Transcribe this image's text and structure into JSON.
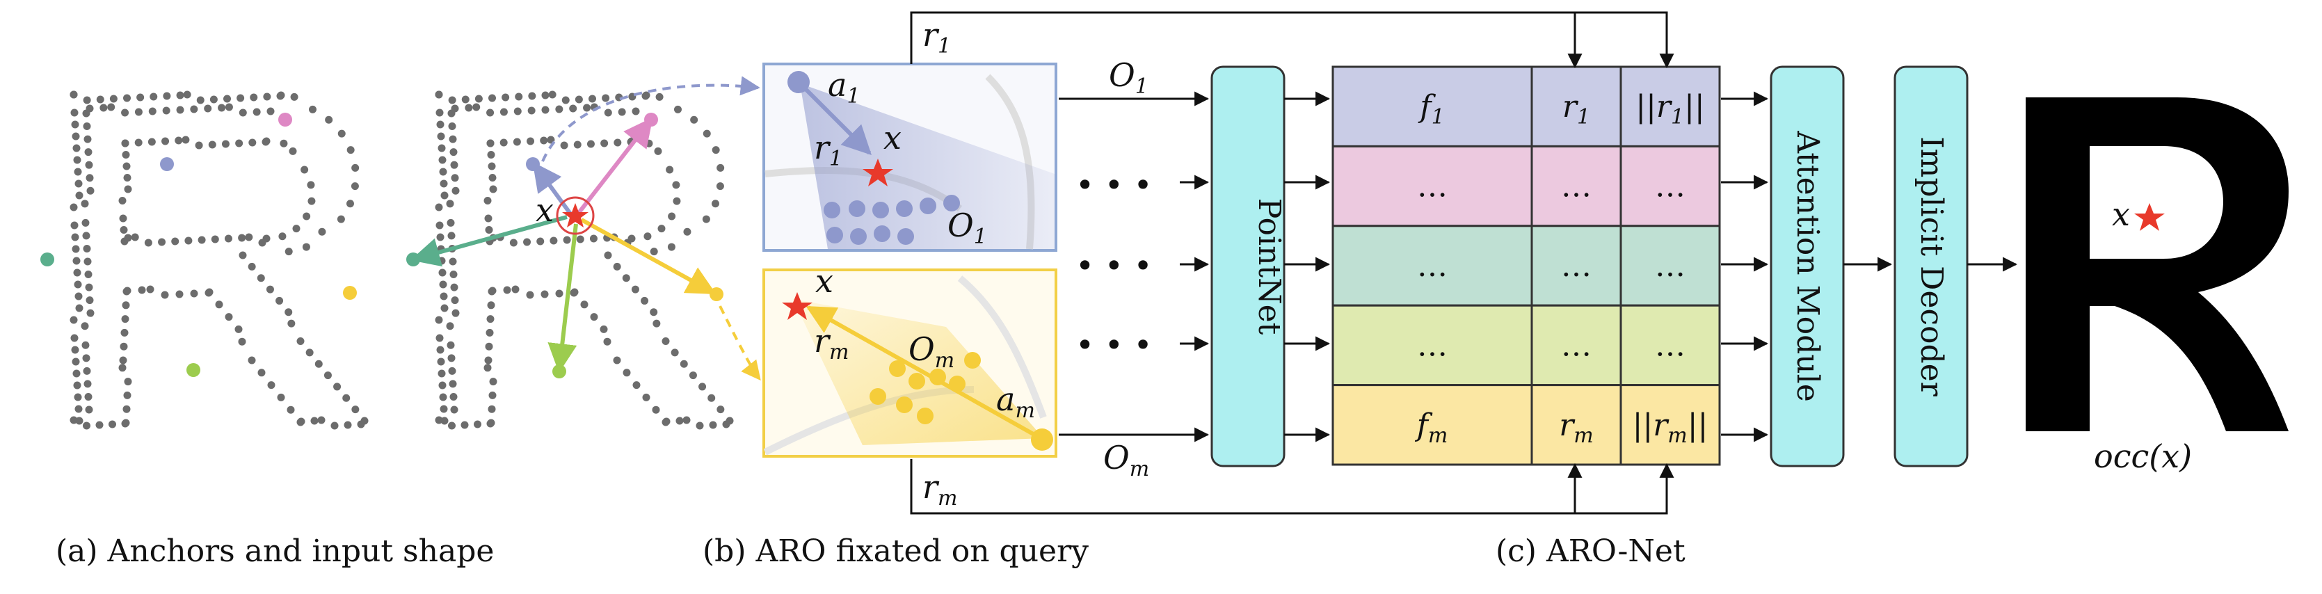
{
  "figure": {
    "captions": {
      "a": "(a) Anchors and input shape",
      "b": "(b) ARO fixated on query",
      "c": "(c) ARO-Net"
    },
    "labels": {
      "query": "x",
      "anchor_first": "a",
      "anchor_first_sub": "1",
      "anchor_last": "a",
      "anchor_last_sub": "m",
      "ray_first": "r",
      "ray_first_sub": "1",
      "ray_last": "r",
      "ray_last_sub": "m",
      "obs_first": "O",
      "obs_first_sub": "1",
      "obs_last": "O",
      "obs_last_sub": "m",
      "dots": "• • •",
      "output": "occ(x)"
    },
    "modules": {
      "pointnet": "PointNet",
      "attention": "Attention Module",
      "decoder": "Implicit Decoder"
    },
    "table": {
      "rows": [
        {
          "c1": "f",
          "c1_sub": "1",
          "c2": "r",
          "c2_sub": "1",
          "c3": "||r",
          "c3_sub": "1",
          "c3_end": "||",
          "color": "#c9cce6"
        },
        {
          "c1": "…",
          "c1_sub": "",
          "c2": "…",
          "c2_sub": "",
          "c3": "…",
          "c3_sub": "",
          "c3_end": "",
          "color": "#ecc9df"
        },
        {
          "c1": "…",
          "c1_sub": "",
          "c2": "…",
          "c2_sub": "",
          "c3": "…",
          "c3_sub": "",
          "c3_end": "",
          "color": "#bfe0d3"
        },
        {
          "c1": "…",
          "c1_sub": "",
          "c2": "…",
          "c2_sub": "",
          "c3": "…",
          "c3_sub": "",
          "c3_end": "",
          "color": "#dfeab0"
        },
        {
          "c1": "f",
          "c1_sub": "m",
          "c2": "r",
          "c2_sub": "m",
          "c3": "||r",
          "c3_sub": "m",
          "c3_end": "||",
          "color": "#fbe7a3"
        }
      ]
    },
    "colors": {
      "blue": "#8e98cc",
      "pink": "#de88c4",
      "green": "#5aae8c",
      "lime": "#9ccc4e",
      "yellow": "#f5cd3a",
      "star": "#e8392b",
      "module": "#aeeff0",
      "point": "#6c6c6c"
    }
  }
}
